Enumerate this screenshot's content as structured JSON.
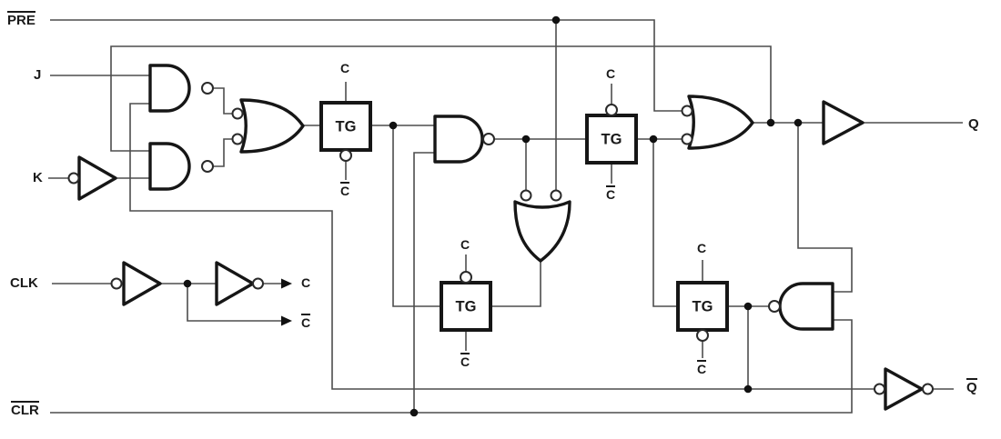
{
  "diagram": {
    "inputs": {
      "pre": "PRE",
      "j": "J",
      "k": "K",
      "clk": "CLK",
      "clr": "CLR"
    },
    "outputs": {
      "q": "Q",
      "q_bar": "Q"
    },
    "clock": {
      "c": "C",
      "c_bar": "C"
    },
    "tg_label": "TG",
    "colors": {
      "wire": "#4d4d4d",
      "gate": "#161616",
      "background": "#ffffff"
    }
  }
}
